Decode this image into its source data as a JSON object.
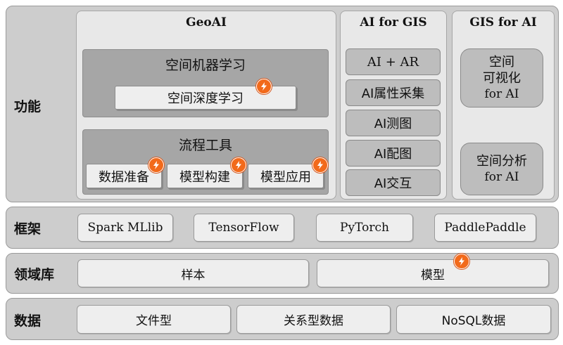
{
  "layers": {
    "function": {
      "label": "功能",
      "geoai": {
        "title": "GeoAI",
        "spatial_ml": {
          "title": "空间机器学习",
          "deep_learning": "空间深度学习"
        },
        "workflow": {
          "title": "流程工具",
          "items": [
            "数据准备",
            "模型构建",
            "模型应用"
          ]
        }
      },
      "ai_for_gis": {
        "title": "AI for GIS",
        "items": [
          "AI + AR",
          "AI属性采集",
          "AI测图",
          "AI配图",
          "AI交互"
        ]
      },
      "gis_for_ai": {
        "title": "GIS for AI",
        "visualization": [
          "空间",
          "可视化",
          "for AI"
        ],
        "analysis": [
          "空间分析",
          "for AI"
        ]
      }
    },
    "framework": {
      "label": "框架",
      "items": [
        "Spark MLlib",
        "TensorFlow",
        "PyTorch",
        "PaddlePaddle"
      ]
    },
    "domain_lib": {
      "label": "领域库",
      "items": [
        "样本",
        "模型"
      ]
    },
    "data": {
      "label": "数据",
      "items": [
        "文件型",
        "关系型数据",
        "NoSQL数据"
      ]
    }
  },
  "colors": {
    "flash_badge": "#f26a1b",
    "layer_bg": "#cdcdcd",
    "panel_bg": "#e8e8e8",
    "group_bg": "#a6a6a6"
  },
  "icons": {
    "badge": "flash-icon"
  }
}
